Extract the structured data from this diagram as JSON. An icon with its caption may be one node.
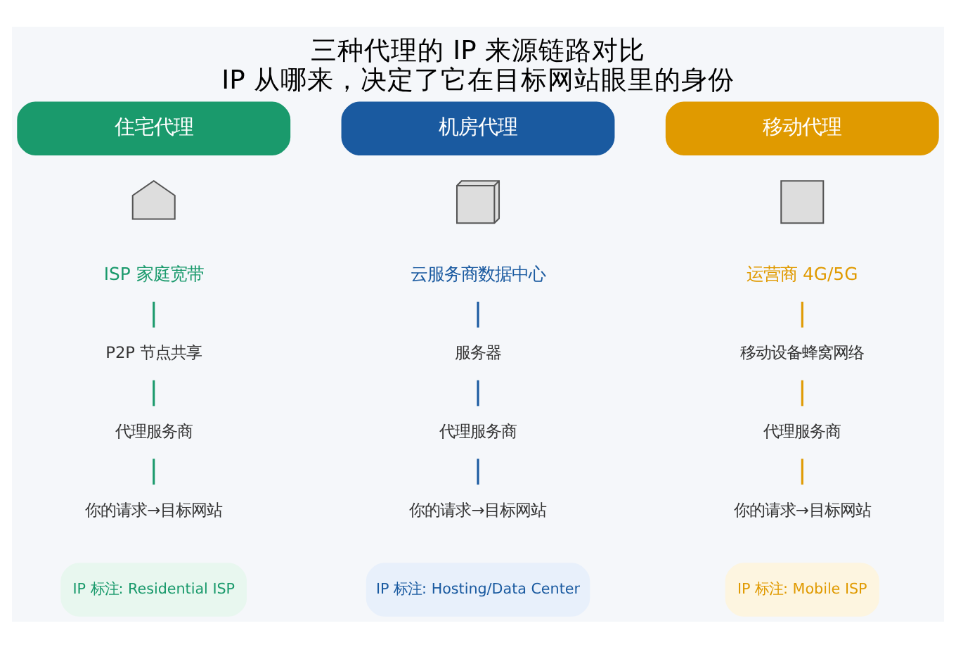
{
  "diagram": {
    "title": "三种代理的 IP 来源链路对比",
    "caption": "IP 从哪来，决定了它在目标网站眼里的身份",
    "nodes": [
      {
        "text": [
          "住宅代理"
        ]
      },
      {
        "text": [],
        "shape": "house"
      },
      {
        "text": [
          "ISP 家庭宽带"
        ]
      },
      {
        "text": [
          "P2P 节点共享"
        ]
      },
      {
        "text": [
          "代理服务商"
        ]
      },
      {
        "text": [
          "你的请求→目标网站"
        ]
      },
      {
        "text": [
          "IP 标注: Residential ISP"
        ]
      },
      {
        "text": [
          "机房代理"
        ]
      },
      {
        "text": [],
        "shape": "monitor"
      },
      {
        "text": [
          "云服务商数据中心"
        ]
      },
      {
        "text": [
          "服务器"
        ]
      },
      {
        "text": [
          "代理服务商"
        ]
      },
      {
        "text": [
          "你的请求→目标网站"
        ]
      },
      {
        "text": [
          "IP 标注: Hosting/Data Center"
        ]
      },
      {
        "text": [
          "移动代理"
        ]
      },
      {
        "text": [],
        "shape": "phone"
      },
      {
        "text": [
          "运营商 4G/5G"
        ]
      },
      {
        "text": [
          "移动设备蜂窝网络"
        ]
      },
      {
        "text": [
          "代理服务商"
        ]
      },
      {
        "text": [
          "你的请求→目标网站"
        ]
      },
      {
        "text": [
          "IP 标注: Mobile ISP"
        ]
      }
    ],
    "edges": [
      {
        "from": 2,
        "to": 3,
        "arrow": "none",
        "color": "#1a9a6c"
      },
      {
        "from": 3,
        "to": 4,
        "arrow": "none",
        "color": "#1a9a6c"
      },
      {
        "from": 4,
        "to": 5,
        "arrow": "none",
        "color": "#1a9a6c"
      },
      {
        "from": 9,
        "to": 10,
        "arrow": "none",
        "color": "#1a5aa0"
      },
      {
        "from": 10,
        "to": 11,
        "arrow": "none",
        "color": "#1a5aa0"
      },
      {
        "from": 11,
        "to": 12,
        "arrow": "none",
        "color": "#1a5aa0"
      },
      {
        "from": 16,
        "to": 17,
        "arrow": "none",
        "color": "#e09a00"
      },
      {
        "from": 17,
        "to": 18,
        "arrow": "none",
        "color": "#e09a00"
      },
      {
        "from": 18,
        "to": 19,
        "arrow": "none",
        "color": "#e09a00"
      }
    ]
  }
}
